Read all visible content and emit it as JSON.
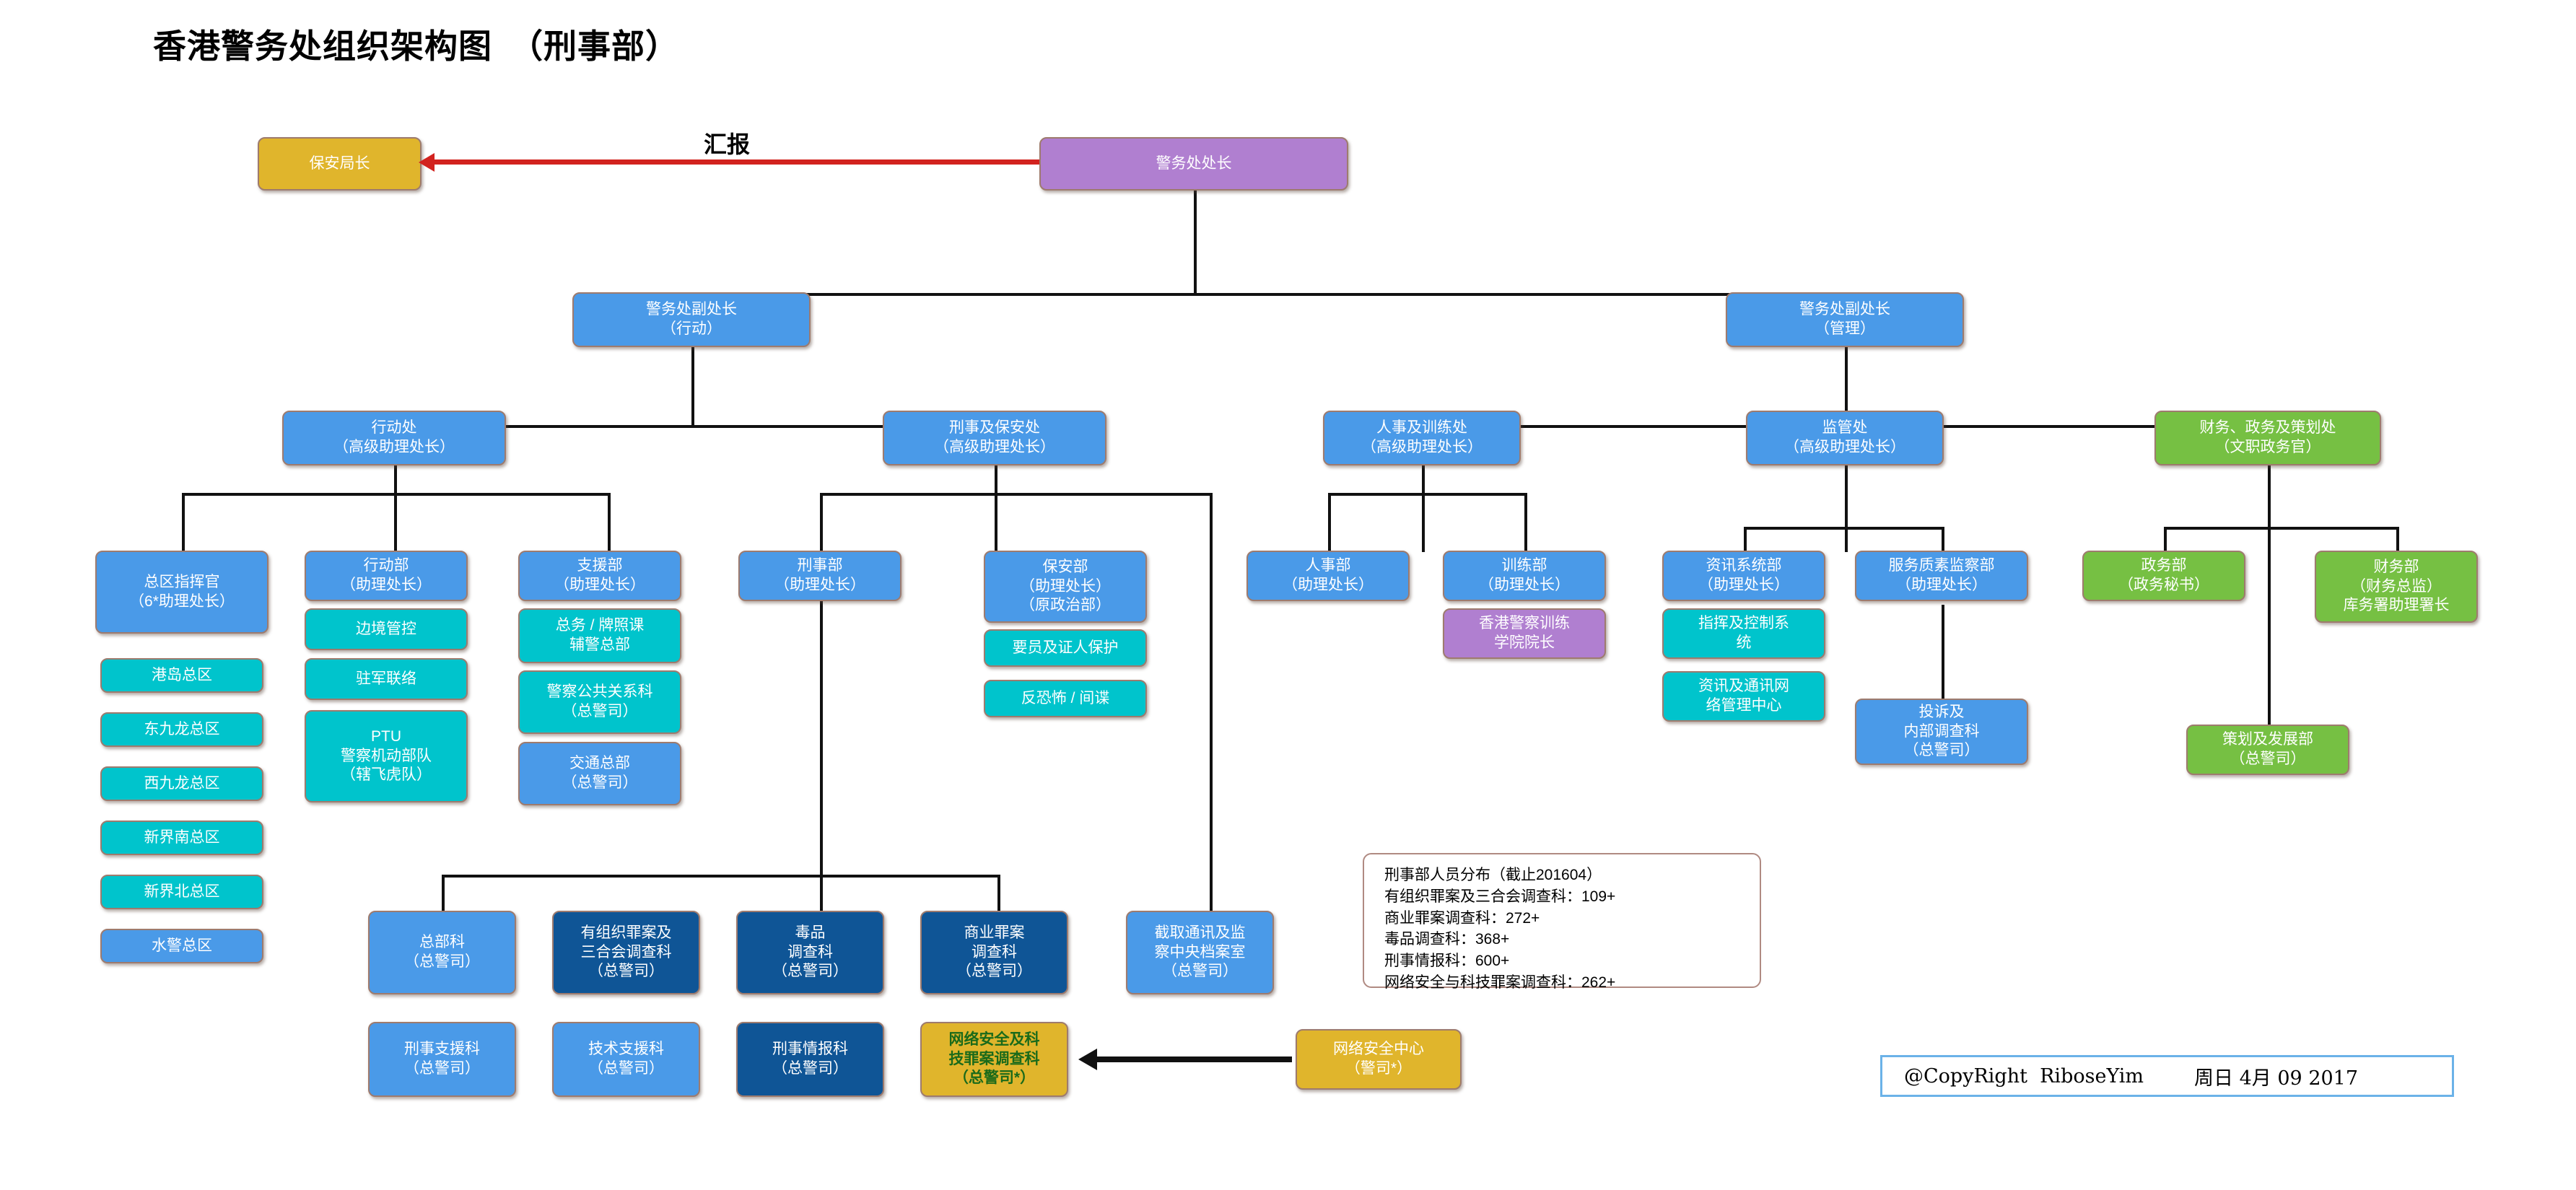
{
  "title": "香港警务处组织架构图　（刑事部）",
  "report_arrow": {
    "label": "汇报"
  },
  "nodes": {
    "security_bureau": {
      "label": "保安局长"
    },
    "commissioner": {
      "label": "警务处处长"
    },
    "dep_operations": {
      "label": "警务处副处长\n（行动）"
    },
    "dep_management": {
      "label": "警务处副处长\n（管理）"
    },
    "ops_dept": {
      "label": "行动处\n（高级助理处长）"
    },
    "crime_security": {
      "label": "刑事及保安处\n（高级助理处长）"
    },
    "personnel_train": {
      "label": "人事及训练处\n（高级助理处长）"
    },
    "management_wing": {
      "label": "监管处\n（高级助理处长）"
    },
    "finance_admin": {
      "label": "财务、政务及策划处\n（文职政务官）"
    },
    "region_commander": {
      "label": "总区指挥官\n（6*助理处长）"
    },
    "region_hk_island": {
      "label": "港岛总区"
    },
    "region_kln_east": {
      "label": "东九龙总区"
    },
    "region_kln_west": {
      "label": "西九龙总区"
    },
    "region_nt_south": {
      "label": "新界南总区"
    },
    "region_nt_north": {
      "label": "新界北总区"
    },
    "region_marine": {
      "label": "水警总区"
    },
    "operations_bureau": {
      "label": "行动部\n（助理处长）"
    },
    "border_control": {
      "label": "边境管控"
    },
    "garrison_liaison": {
      "label": "驻军联络"
    },
    "ptu": {
      "label": "PTU\n警察机动部队\n（辖飞虎队）"
    },
    "support_bureau": {
      "label": "支援部\n（助理处长）"
    },
    "general_licensing": {
      "label": "总务 / 牌照课\n辅警总部"
    },
    "public_relations": {
      "label": "警察公共关系科\n（总警司）"
    },
    "traffic_hq": {
      "label": "交通总部\n（总警司）"
    },
    "crime_wing": {
      "label": "刑事部\n（助理处长）"
    },
    "security_bureau_b": {
      "label": "保安部\n（助理处长）\n（原政治部）"
    },
    "vip_witness": {
      "label": "要员及证人保护"
    },
    "counter_terror": {
      "label": "反恐怖 / 间谍"
    },
    "personnel_bureau": {
      "label": "人事部\n（助理处长）"
    },
    "training_bureau": {
      "label": "训练部\n（助理处长）"
    },
    "police_college": {
      "label": "香港警察训练\n学院院长"
    },
    "info_systems": {
      "label": "资讯系统部\n（助理处长）"
    },
    "command_control": {
      "label": "指挥及控制系\n统"
    },
    "ict_network": {
      "label": "资讯及通讯网\n络管理中心"
    },
    "service_quality": {
      "label": "服务质素监察部\n（助理处长）"
    },
    "complaints": {
      "label": "投诉及\n内部调查科\n（总警司）"
    },
    "admin_bureau": {
      "label": "政务部\n（政务秘书）"
    },
    "finance_bureau": {
      "label": "财务部\n（财务总监）\n库务署助理署长"
    },
    "planning_dev": {
      "label": "策划及发展部\n（总警司）"
    },
    "hq_section": {
      "label": "总部科\n（总警司）"
    },
    "ocTb": {
      "label": "有组织罪案及\n三合会调查科\n（总警司）"
    },
    "narcotics": {
      "label": "毒品\n调查科\n（总警司）"
    },
    "commercial_crime": {
      "label": "商业罪案\n调查科\n（总警司）"
    },
    "interception": {
      "label": "截取通讯及监\n察中央档案室\n（总警司）"
    },
    "crime_support": {
      "label": "刑事支援科\n（总警司）"
    },
    "tech_support": {
      "label": "技术支援科\n（总警司）"
    },
    "crime_intel": {
      "label": "刑事情报科\n（总警司）"
    },
    "cyber_bureau": {
      "label": "网络安全及科\n技罪案调查科\n（总警司*）"
    },
    "cyber_center": {
      "label": "网络安全中心\n（警司*）"
    }
  },
  "stats": {
    "lines": [
      "刑事部人员分布（截止201604）",
      "有组织罪案及三合会调查科：109+",
      "商业罪案调查科：272+",
      "毒品调查科：368+",
      "刑事情报科：600+",
      "网络安全与科技罪案调查科：262+"
    ]
  },
  "copyright": {
    "owner": "@CopyRight  RiboseYim",
    "date": "周日 4月 09 2017"
  },
  "colors": {
    "blue": "#4a9ae8",
    "navy": "#0f5596",
    "teal": "#00c4cc",
    "green": "#76c043",
    "gold": "#e0b52c",
    "purple": "#b07fd0",
    "arrow_red": "#d2231f"
  }
}
